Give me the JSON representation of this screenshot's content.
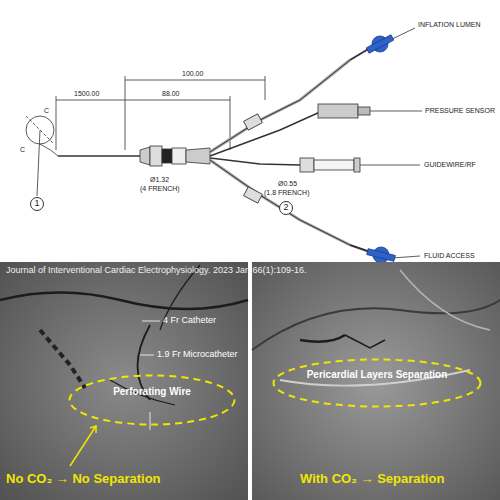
{
  "diagram": {
    "caption": "Journal of Interventional Cardiac Electrophysiology. 2023 Jan;66(1):109-16.",
    "nodes": [
      {
        "text": [
          "1"
        ]
      },
      {
        "text": [
          "2"
        ]
      },
      {
        "text": [
          "Perforating Wire"
        ]
      },
      {
        "text": [
          "Pericardial Layers Separation"
        ]
      }
    ],
    "labels": [
      "C",
      "C",
      "1500.00",
      "100.00",
      "88.00",
      "Ø1.32",
      "(4 FRENCH)",
      "Ø0.55",
      "(1.8 FRENCH)",
      "INFLATION LUMEN",
      "PRESSURE SENSOR",
      "GUIDEWIRE/RF",
      "FLUID ACCESS",
      "4 Fr Catheter",
      "1.9 Fr Microcatheter",
      "No CO₂ → No Separation",
      "With CO₂ → Separation"
    ]
  }
}
